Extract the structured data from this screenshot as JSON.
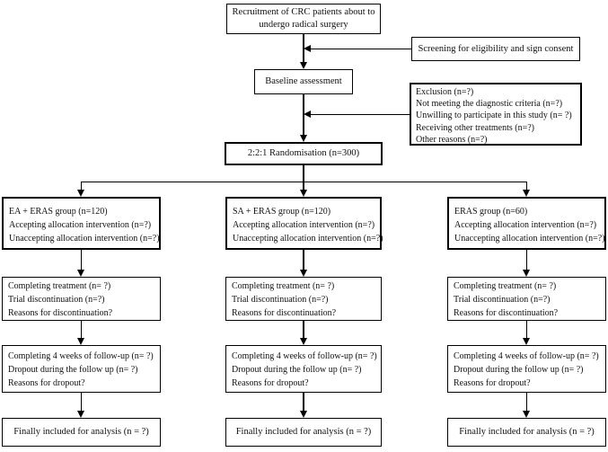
{
  "figure": {
    "recruitment_lines": [
      "Recruitment of CRC patients about to",
      "undergo radical surgery"
    ],
    "screening": "Screening for eligibility and sign consent",
    "baseline": "Baseline assessment",
    "exclusion_lines": [
      "Exclusion (n=?)",
      "Not meeting the diagnostic criteria (n=?)",
      "Unwilling to participate in this study (n= ?)",
      "Receiving other treatments (n=?)",
      "Other reasons (n=?)"
    ],
    "randomisation": "2:2:1 Randomisation (n=300)",
    "columns": [
      {
        "group": [
          "EA + ERAS group (n=120)",
          "Accepting allocation intervention (n=?)",
          "Unaccepting allocation intervention (n=?)"
        ],
        "treatment": [
          "Completing treatment (n= ?)",
          "Trial discontinuation (n=?)",
          "Reasons for discontinuation?"
        ],
        "followup": [
          "Completing 4 weeks of follow-up (n= ?)",
          "Dropout during the follow up (n= ?)",
          "Reasons for dropout?"
        ],
        "analysis": "Finally included for analysis (n = ?)"
      },
      {
        "group": [
          "SA + ERAS group (n=120)",
          "Accepting allocation intervention (n=?)",
          "Unaccepting allocation intervention (n=?)"
        ],
        "treatment": [
          "Completing treatment (n= ?)",
          "Trial discontinuation (n=?)",
          "Reasons for discontinuation?"
        ],
        "followup": [
          "Completing 4 weeks of follow-up (n= ?)",
          "Dropout during the follow up (n= ?)",
          "Reasons for dropout?"
        ],
        "analysis": "Finally included for analysis (n = ?)"
      },
      {
        "group": [
          "ERAS group (n=60)",
          "Accepting allocation intervention (n=?)",
          "Unaccepting allocation intervention (n=?)"
        ],
        "treatment": [
          "Completing treatment (n= ?)",
          "Trial discontinuation (n=?)",
          "Reasons for discontinuation?"
        ],
        "followup": [
          "Completing 4 weeks of follow-up (n= ?)",
          "Dropout during the follow up (n= ?)",
          "Reasons for dropout?"
        ],
        "analysis": "Finally included for analysis (n = ?)"
      }
    ],
    "line_color": "#000000"
  }
}
